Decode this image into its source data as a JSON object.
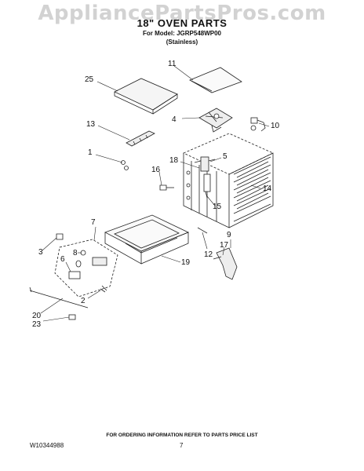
{
  "watermark": "AppliancePartsPros.com",
  "title": "18\" OVEN PARTS",
  "model_line": "For Model: JGRP548WP00",
  "finish": "(Stainless)",
  "callouts": [
    "1",
    "2",
    "3",
    "4",
    "5",
    "6",
    "7",
    "8",
    "9",
    "10",
    "11",
    "12",
    "13",
    "14",
    "15",
    "16",
    "17",
    "18",
    "19",
    "20",
    "23",
    "25"
  ],
  "footer": {
    "note": "FOR ORDERING INFORMATION REFER TO PARTS PRICE LIST",
    "doc_number": "W10344988",
    "page": "7"
  }
}
